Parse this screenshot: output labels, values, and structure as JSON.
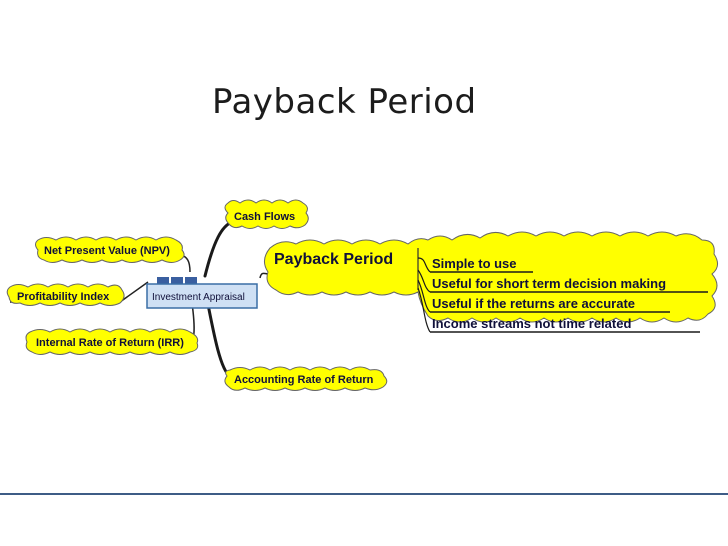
{
  "title": "Payback Period",
  "center": {
    "label": "Investment Appraisal"
  },
  "branches": {
    "cash_flows": "Cash Flows",
    "npv": "Net Present Value (NPV)",
    "profitability_index": "Profitability Index",
    "irr": "Internal Rate of Return (IRR)",
    "arr": "Accounting Rate of Return",
    "payback": "Payback Period"
  },
  "payback_points": [
    "Simple to use",
    "Useful for short term decision making",
    "Useful if the returns are accurate",
    "Income streams not time related"
  ],
  "colors": {
    "bubble_fill": "#ffff00",
    "outline": "#555555",
    "center_fill": "#cfe0f4",
    "center_border": "#3a6ea5",
    "footer_line": "#3e5c86"
  }
}
